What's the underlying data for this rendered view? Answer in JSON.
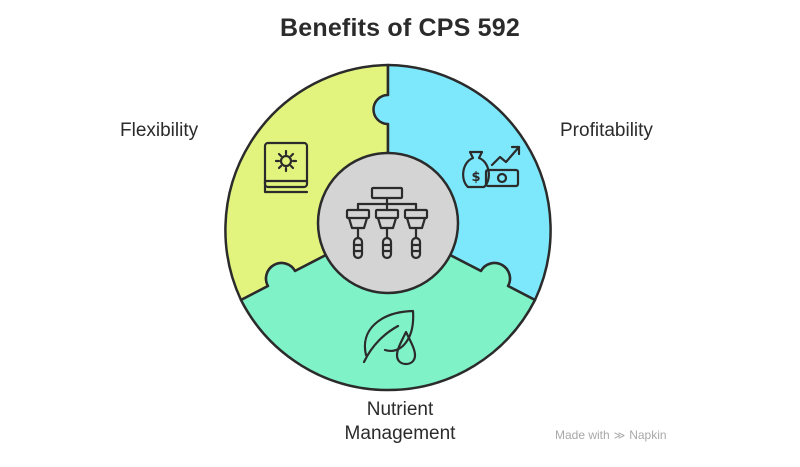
{
  "title": "Benefits of CPS 592",
  "segments": [
    {
      "label": "Flexibility",
      "icon": "gear-book-icon",
      "color": "#e2f47d"
    },
    {
      "label": "Profitability",
      "icon": "money-growth-icon",
      "color": "#7de8fb"
    },
    {
      "label_line1": "Nutrient",
      "label_line2": "Management",
      "icon": "leaf-drop-icon",
      "color": "#7ff2c8"
    }
  ],
  "center": {
    "icon": "hierarchy-icon",
    "color": "#d4d4d4"
  },
  "watermark": {
    "text": "Made with",
    "brand": "Napkin"
  }
}
